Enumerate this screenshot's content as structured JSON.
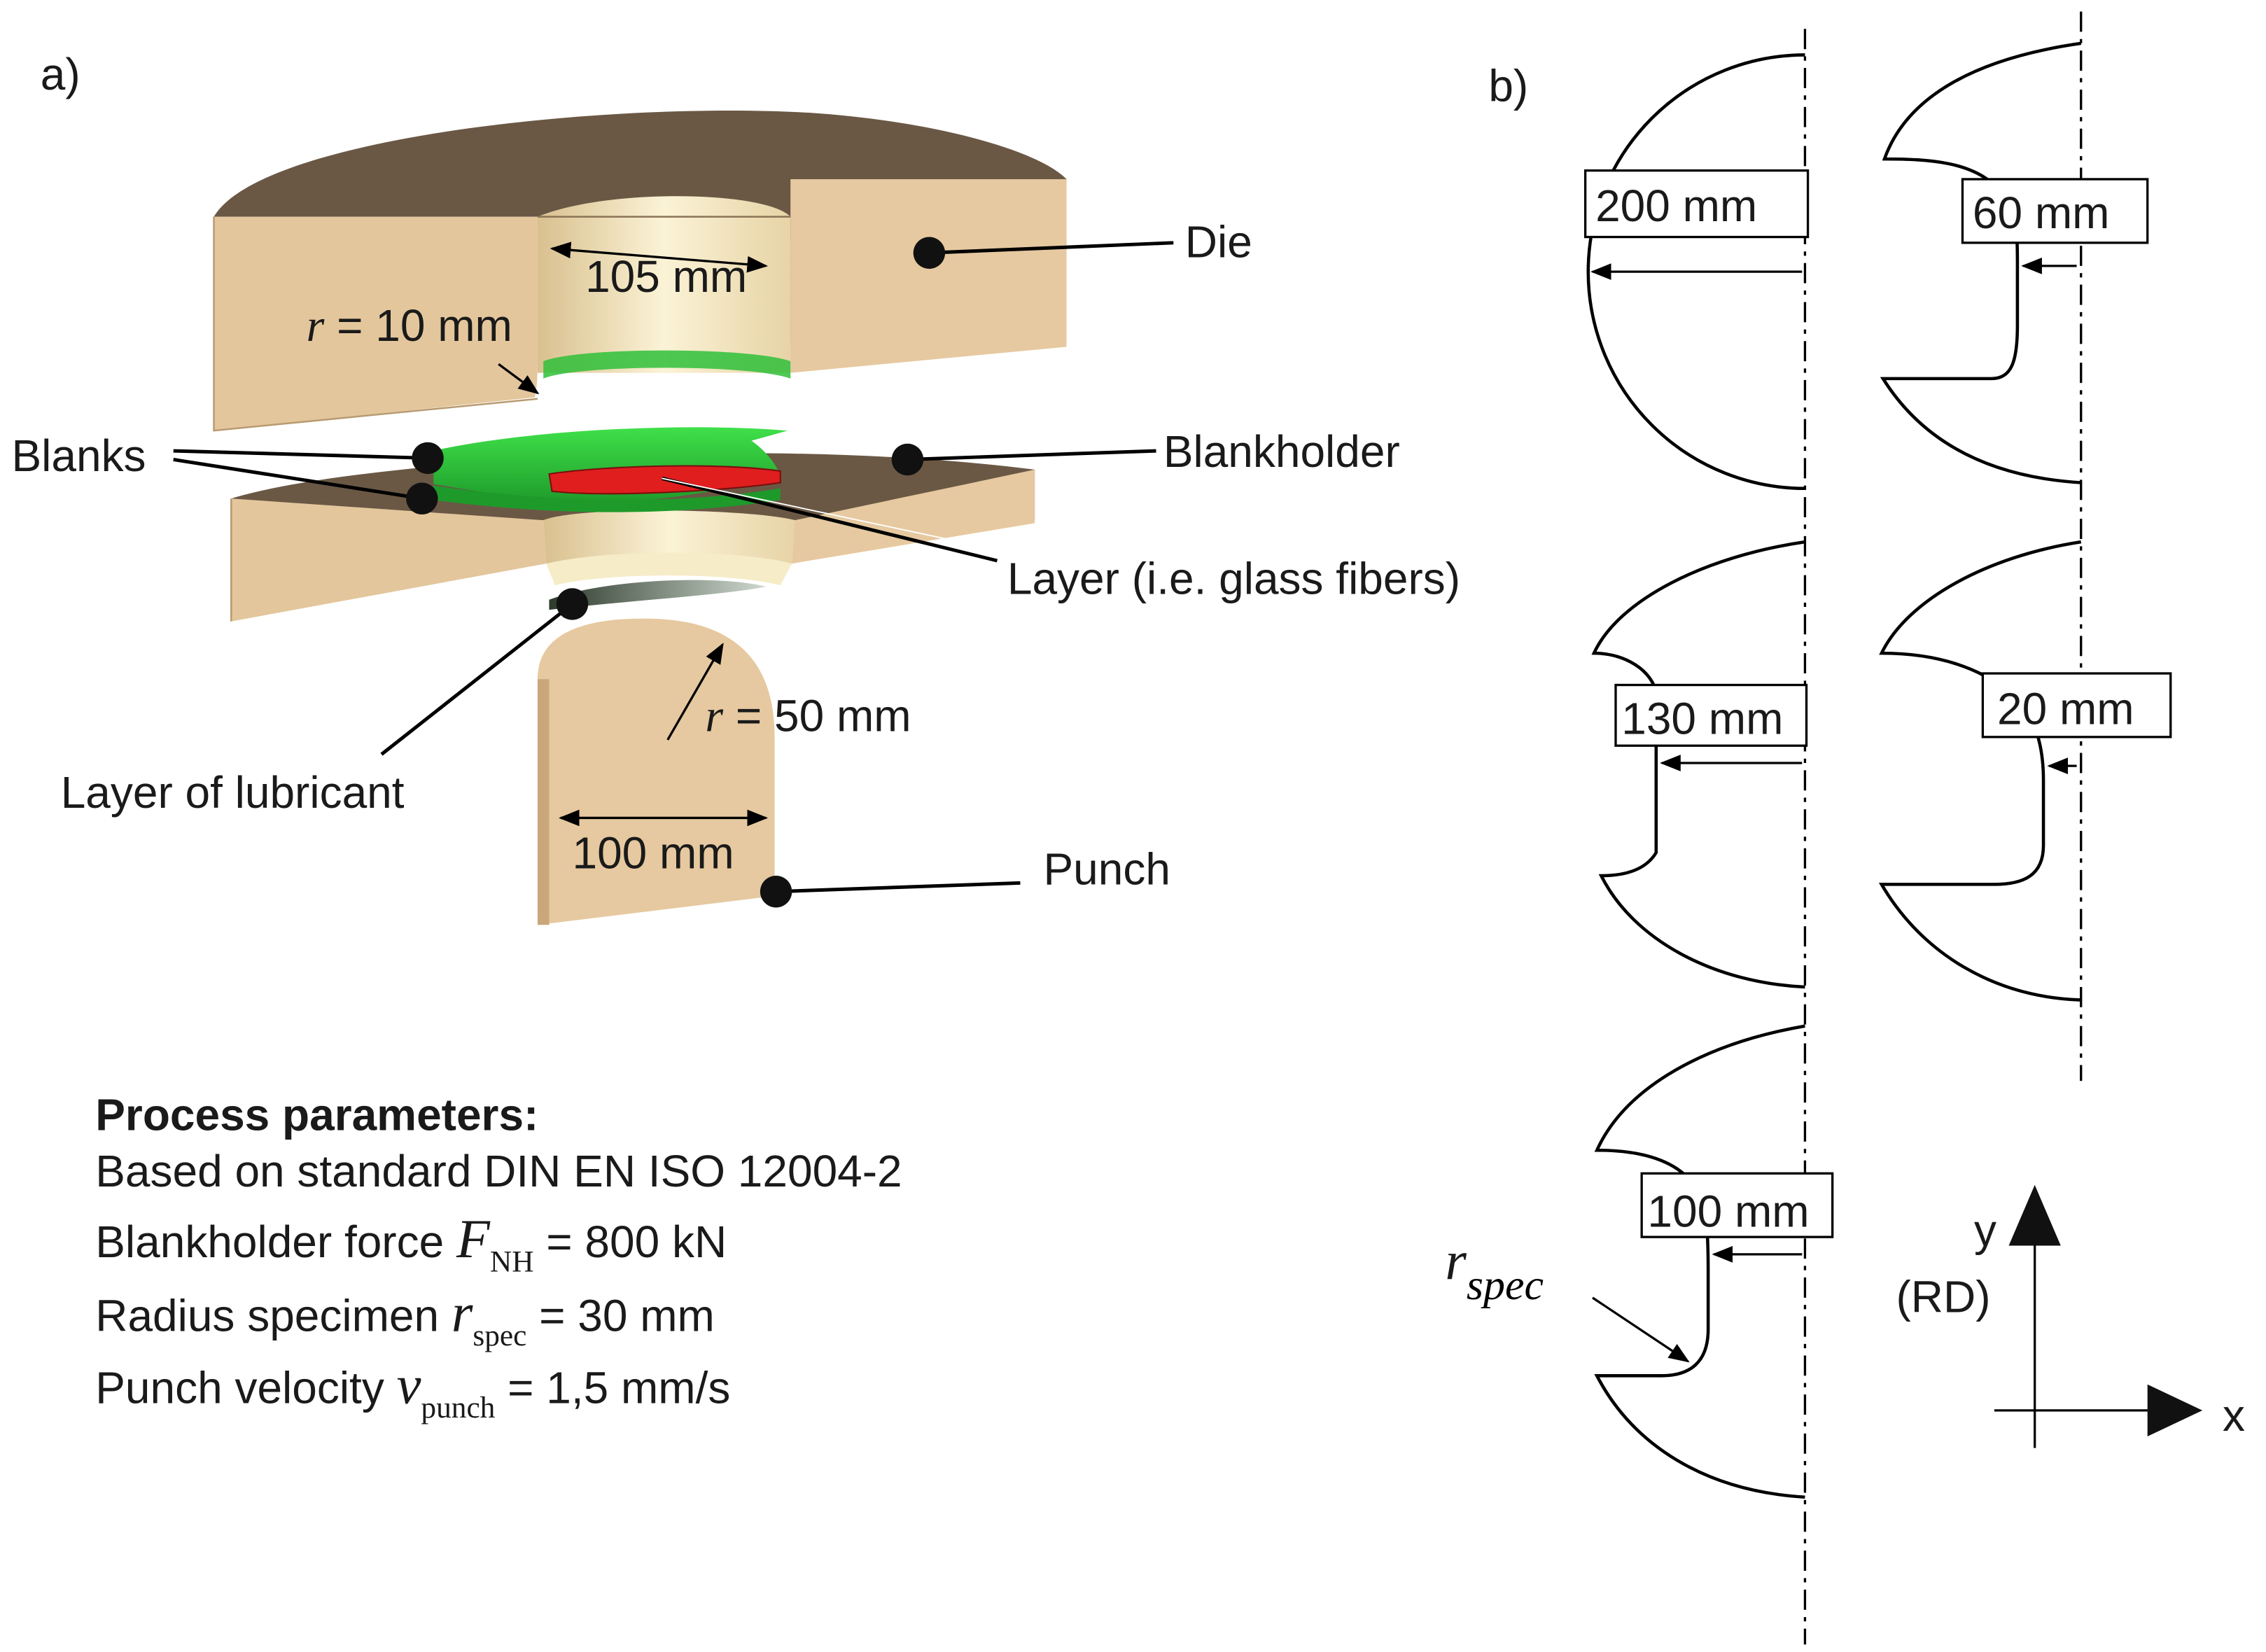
{
  "panel_a": {
    "label": "a)",
    "die_label": "Die",
    "die_opening": "105 mm",
    "die_radius": "r = 10 mm",
    "blanks_label": "Blanks",
    "blankholder_label": "Blankholder",
    "layer_label": "Layer (i.e. glass fibers)",
    "lubricant_label": "Layer of lubricant",
    "punch_radius": "r = 50 mm",
    "punch_width": "100 mm",
    "punch_label": "Punch"
  },
  "process_parameters": {
    "heading": "Process parameters:",
    "standard": "Based on standard DIN EN ISO 12004-2",
    "force_prefix": "Blankholder force ",
    "force_symbol": "F",
    "force_subscript": "NH",
    "force_value": " = 800 kN",
    "radius_prefix": "Radius specimen ",
    "radius_symbol": "r",
    "radius_subscript": "spec",
    "radius_value": " = 30 mm",
    "velocity_prefix": "Punch velocity ",
    "velocity_symbol": "v",
    "velocity_subscript": "punch",
    "velocity_value": " = 1,5 mm/s"
  },
  "panel_b": {
    "label": "b)",
    "specimens": [
      "200 mm",
      "60 mm",
      "130 mm",
      "20 mm",
      "100 mm"
    ],
    "rspec_symbol": "r",
    "rspec_subscript": "spec",
    "y_axis": "y",
    "y_axis_note": "(RD)",
    "x_axis": "x"
  },
  "colors": {
    "tool_face": "#e6c9a0",
    "tool_side": "#c9a77a",
    "tool_top": "#6a5845",
    "blank_green": "#2fbf3a",
    "layer_red": "#e01e1e",
    "inner_light": "#f3e6bf"
  }
}
